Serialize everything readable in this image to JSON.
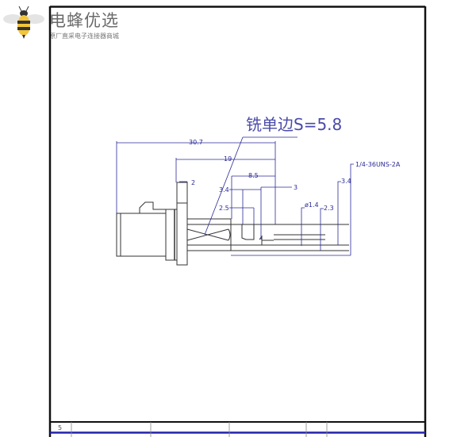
{
  "watermark": {
    "brand_name": "电蜂优选",
    "tagline": "原厂直采电子连接器商城",
    "icon": "bee-icon"
  },
  "drawing": {
    "annotation": "铣单边S=5.8",
    "thread_spec": "1/4-36UNS-2A",
    "dimensions": {
      "overall_length": "30.7",
      "body_length": "19",
      "flange_thickness": "2",
      "length_8_5": "8.5",
      "length_3": "3",
      "length_3_4_left": "3.4",
      "length_2_5": "2.5",
      "diameter_pin": "ø1.4",
      "diameter_2_3": "2.3",
      "diameter_3_4_right": "3.4"
    },
    "line_color": "#2a2a9a",
    "outline_color": "#333333"
  },
  "title_block": {
    "row_label": "5"
  }
}
